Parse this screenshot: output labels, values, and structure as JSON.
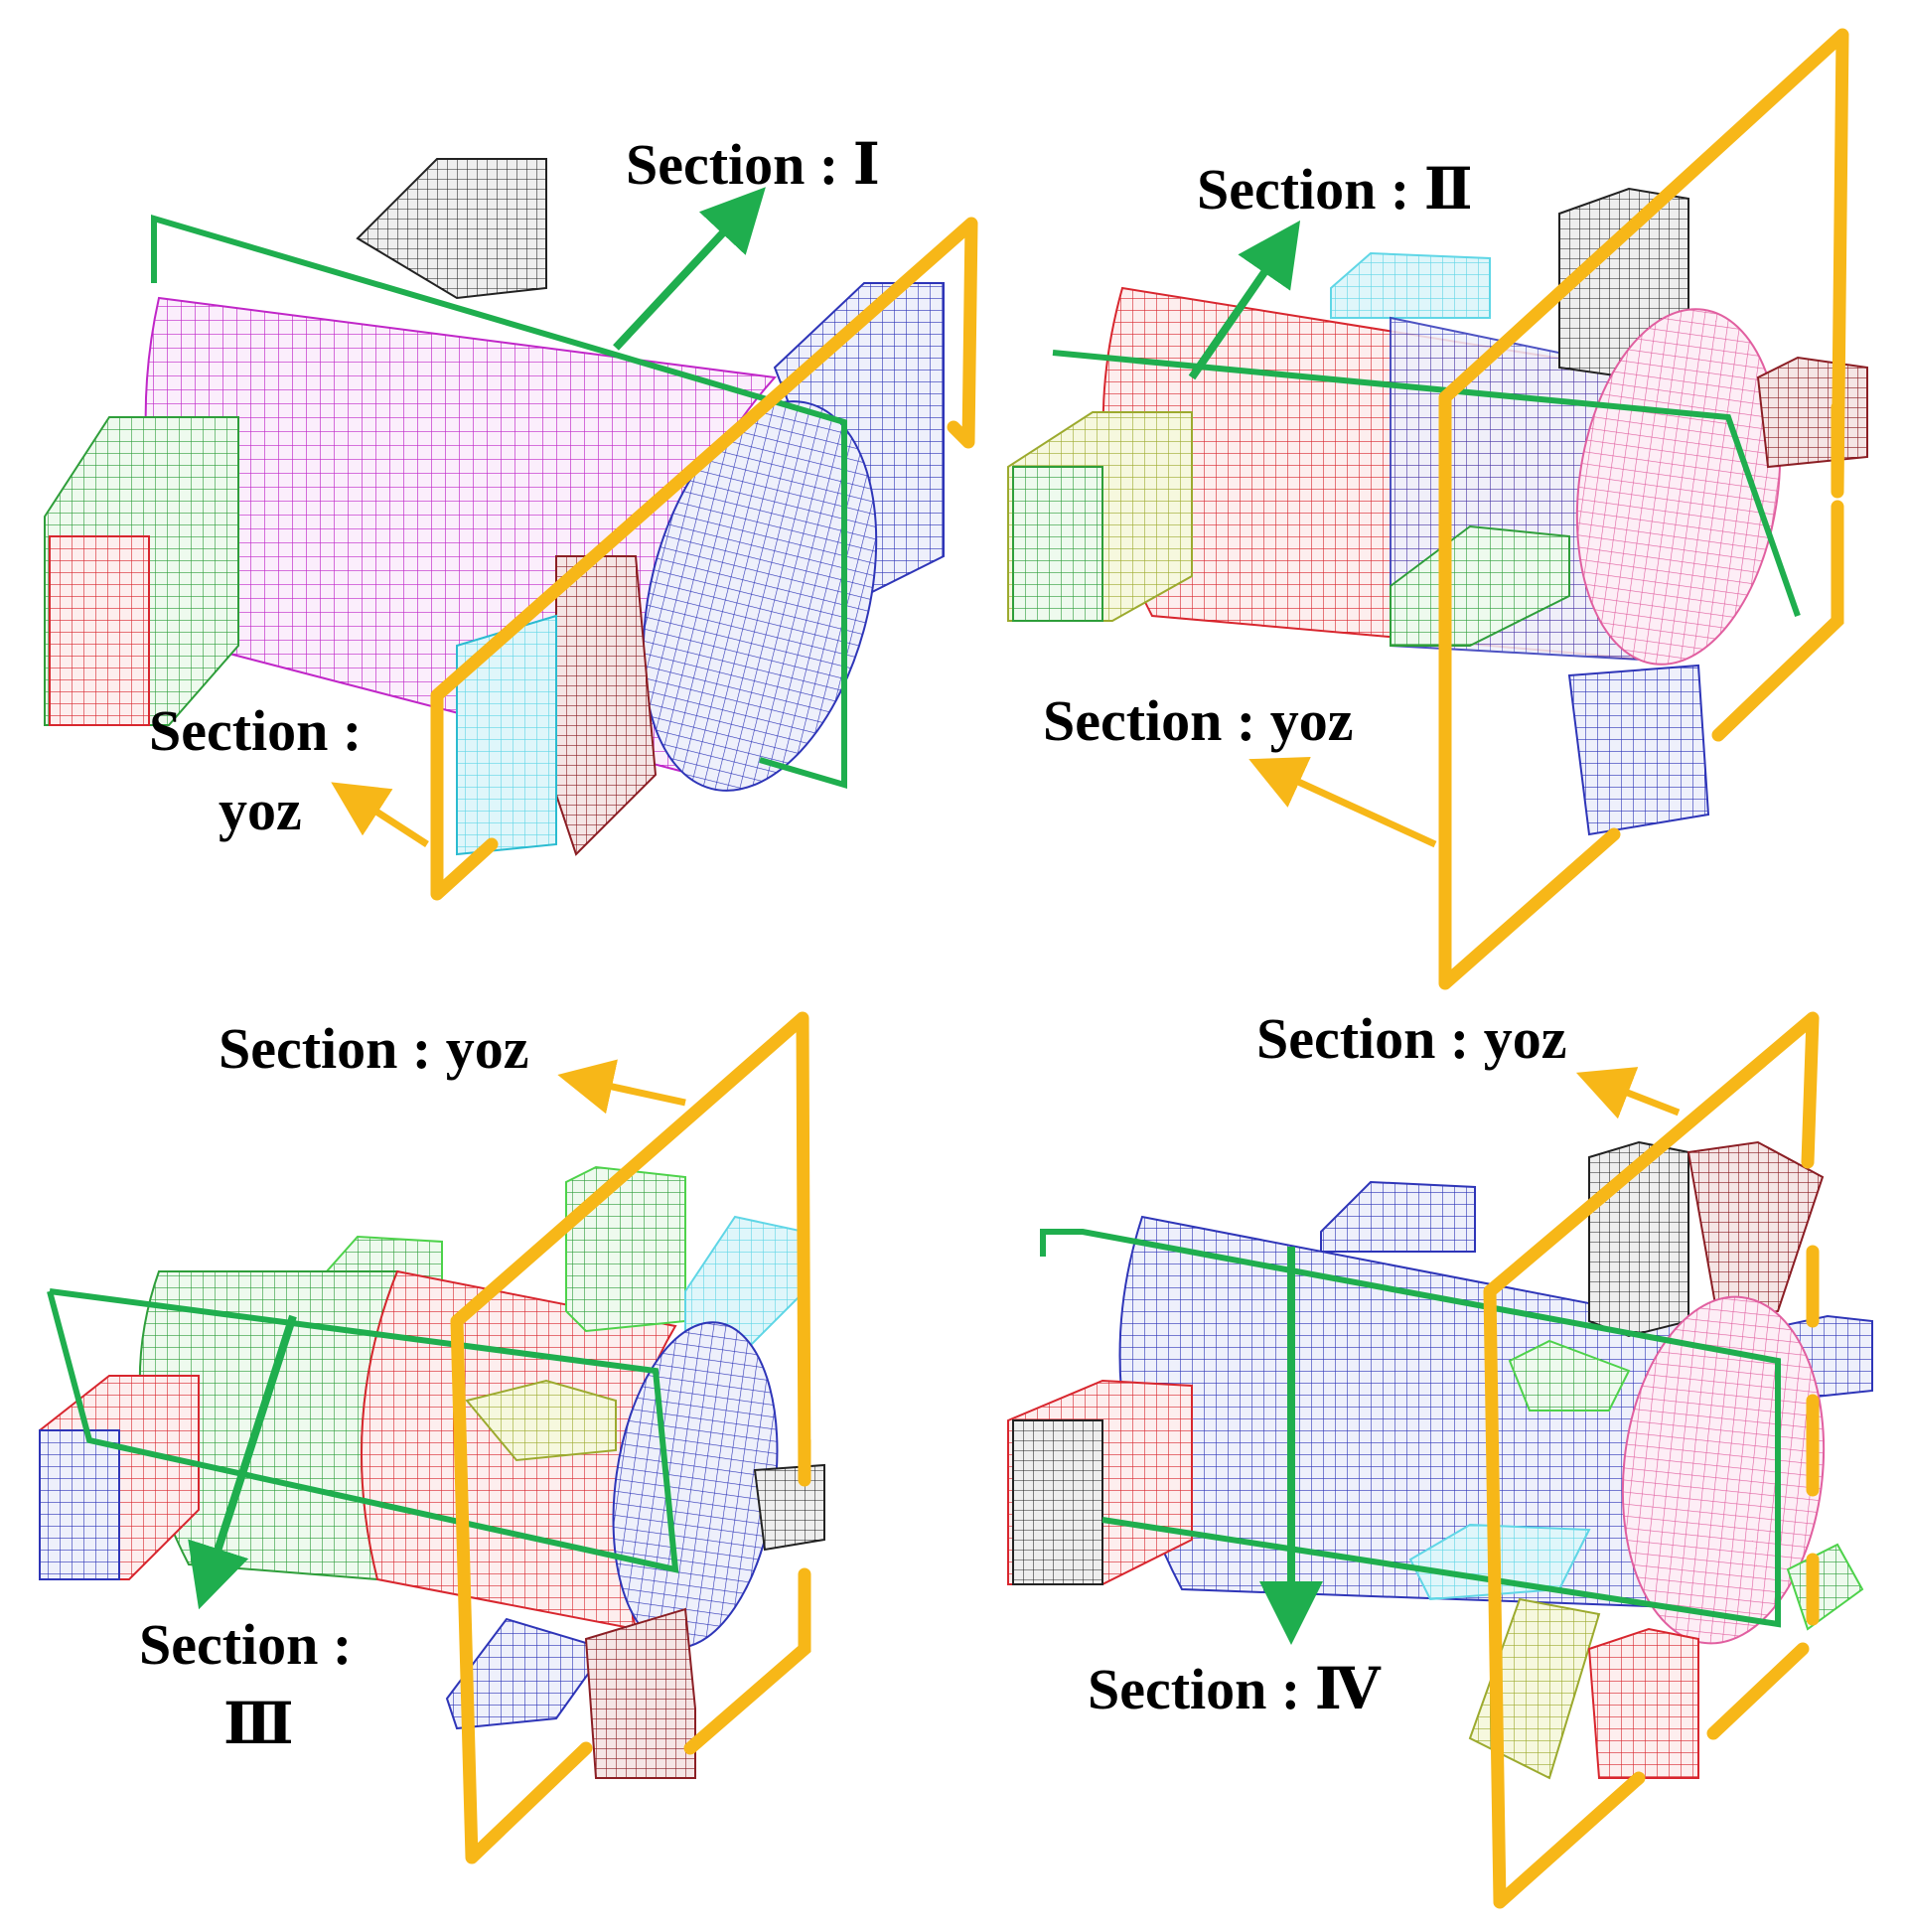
{
  "colors": {
    "yellow_plane": "#F7B718",
    "green_plane": "#1FAE4E",
    "magenta": "#C026C8",
    "blue": "#2E35B8",
    "red": "#D8262E",
    "green_block": "#4DD24A",
    "cyan": "#5FD6E6",
    "dark_red": "#8B1E24",
    "black": "#222222",
    "olive": "#B9C64A",
    "pink": "#E15FA0"
  },
  "panels": [
    {
      "id": "panel-1",
      "labels": [
        {
          "name": "section-1-label",
          "text": "Section :  Ⅰ"
        },
        {
          "name": "section-yoz-label-line1",
          "text": "Section :"
        },
        {
          "name": "section-yoz-label-line2",
          "text": "yoz"
        }
      ]
    },
    {
      "id": "panel-2",
      "labels": [
        {
          "name": "section-2-label",
          "text": "Section :  Ⅱ"
        },
        {
          "name": "section-yoz-label",
          "text": "Section : yoz"
        }
      ]
    },
    {
      "id": "panel-3",
      "labels": [
        {
          "name": "section-yoz-label",
          "text": "Section : yoz"
        },
        {
          "name": "section-3-label-line1",
          "text": "Section :"
        },
        {
          "name": "section-3-label-line2",
          "text": "Ⅲ"
        }
      ]
    },
    {
      "id": "panel-4",
      "labels": [
        {
          "name": "section-yoz-label",
          "text": "Section : yoz"
        },
        {
          "name": "section-4-label",
          "text": "Section : Ⅳ"
        }
      ]
    }
  ]
}
